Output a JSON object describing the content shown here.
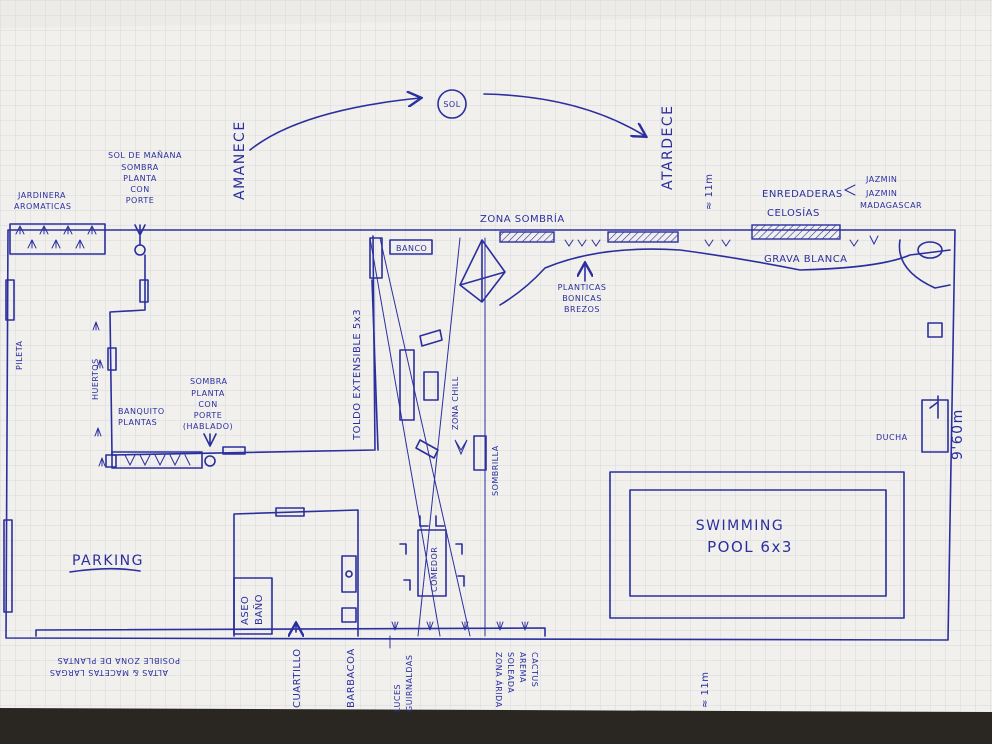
{
  "colors": {
    "ink": "#2b2f9e",
    "paper": "#f1f0ed",
    "grid": "#cfd2d8",
    "desk": "#2a2622"
  },
  "labels": {
    "sol": "SOL",
    "amanece": "AMANECE",
    "atardece": "ATARDECE",
    "sol_de_manana": "SOL DE MAÑANA",
    "sombra_top": "SOMBRA",
    "planta_con_porte_1": "PLANTA",
    "planta_con_porte_2": "CON",
    "planta_con_porte_3": "PORTE",
    "jardinera_1": "JARDINERA",
    "jardinera_2": "AROMATICAS",
    "zona_sombria": "ZONA SOMBRÍA",
    "width_top": "≈ 11m",
    "enredaderas": "ENREDADERAS",
    "celosias": "CELOSÍAS",
    "jazmin": "JAZMIN",
    "jazmin_madagascar_1": "JAZMIN",
    "jazmin_madagascar_2": "MADAGASCAR",
    "banco": "BANCO",
    "plantitas_1": "PLANTICAS",
    "plantitas_2": "BONICAS",
    "plantitas_3": "BREZOS",
    "grava_blanca": "GRAVA BLANCA",
    "toldo": "TOLDO EXTENSIBLE 5x3",
    "zona_chill": "ZONA CHILL",
    "pileta": "PILETA",
    "huertos": "HUERTOS",
    "banquito_1": "BANQUITO",
    "banquito_2": "PLANTAS",
    "sombra_mid": "SOMBRA",
    "planta_mid_1": "PLANTA",
    "planta_mid_2": "CON",
    "planta_mid_3": "PORTE",
    "planta_mid_4": "(HABLADO)",
    "ducha": "DUCHA",
    "length": "9'60m",
    "swimming": "SWIMMING",
    "pool": "POOL  6x3",
    "comedor": "COMEDOR",
    "barbacoa": "BARBACOA",
    "aseo_1": "ASEO",
    "aseo_2": "BAÑO",
    "cuartillo": "CUARTILLO",
    "luces_1": "LUCES",
    "luces_2": "GUIRNALDAS",
    "zona_arida_1": "ZONA ÁRIDA",
    "zona_arida_2": "SOLEADA",
    "zona_arida_3": "AREMA",
    "zona_arida_4": "CACTUS",
    "parking": "PARKING",
    "borde_1": "POSIBLE ZONA DE PLANTAS",
    "borde_2": "ALTAS & MACETAS LARGAS",
    "width_bottom": "≈ 11m",
    "sombrilla": "SOMBRILLA"
  }
}
